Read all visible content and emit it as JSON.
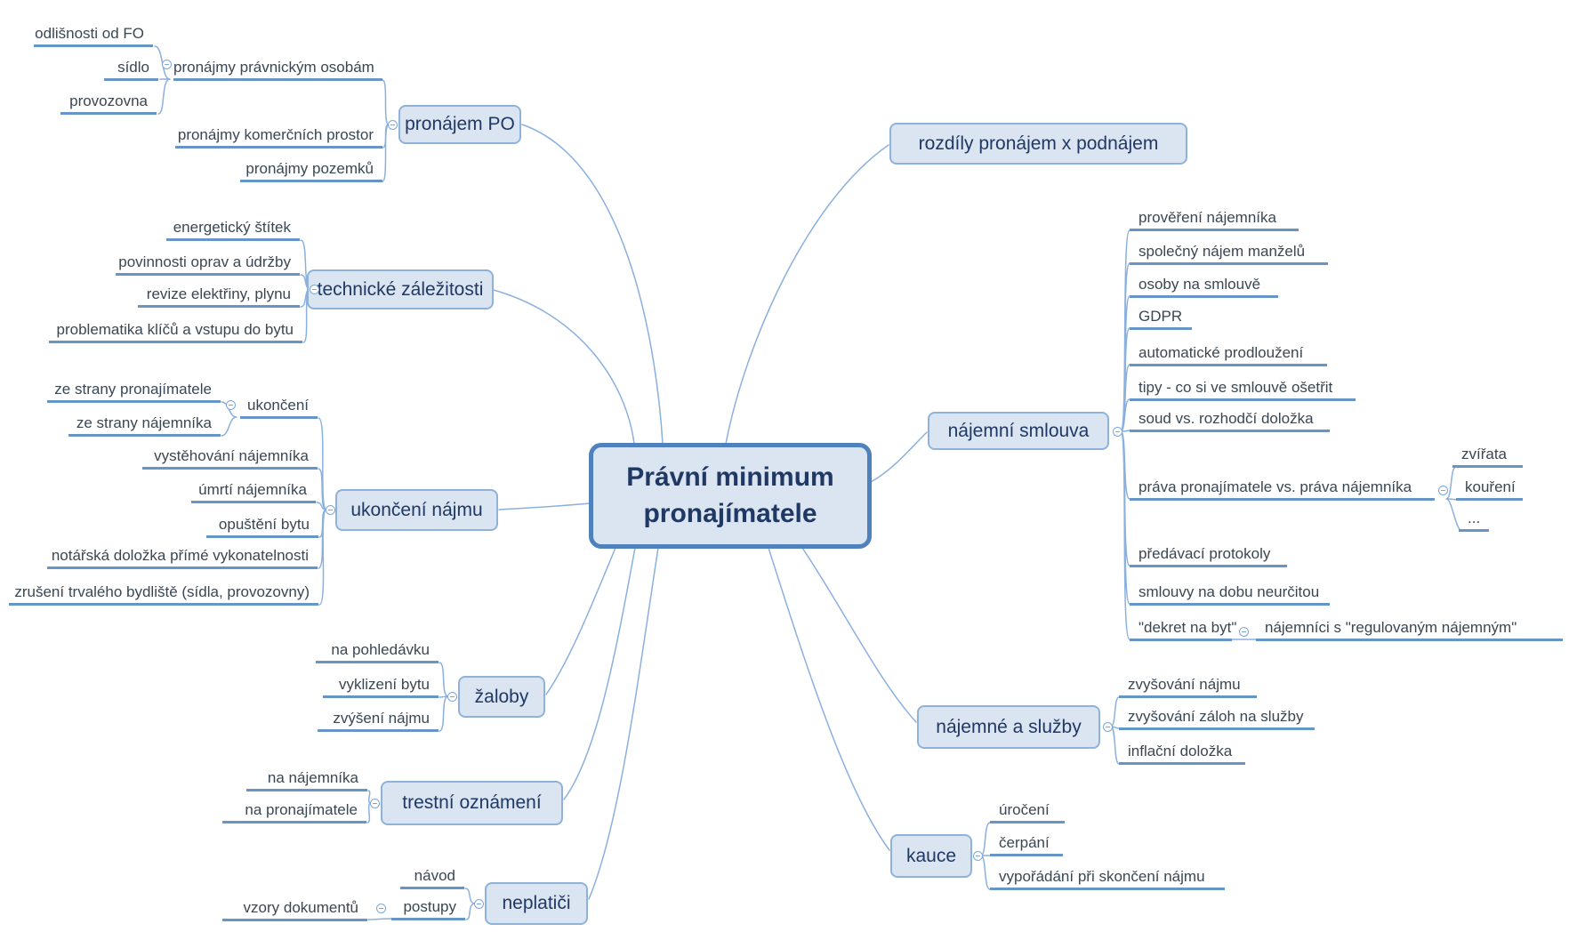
{
  "map": {
    "central": {
      "label": "Právní minimum pronajímatele"
    },
    "left_branches": [
      {
        "label": "pronájem PO",
        "children": [
          {
            "label": "pronájmy právnickým osobám",
            "children": [
              {
                "label": "odlišnosti od FO"
              },
              {
                "label": "sídlo"
              },
              {
                "label": "provozovna"
              }
            ]
          },
          {
            "label": "pronájmy komerčních prostor"
          },
          {
            "label": "pronájmy pozemků"
          }
        ]
      },
      {
        "label": "technické záležitosti",
        "children": [
          {
            "label": "energetický štítek"
          },
          {
            "label": "povinnosti oprav a údržby"
          },
          {
            "label": "revize elektřiny, plynu"
          },
          {
            "label": "problematika klíčů a vstupu do bytu"
          }
        ]
      },
      {
        "label": "ukončení nájmu",
        "children": [
          {
            "label": "ukončení",
            "children": [
              {
                "label": "ze strany pronajímatele"
              },
              {
                "label": "ze strany nájemníka"
              }
            ]
          },
          {
            "label": "vystěhování nájemníka"
          },
          {
            "label": "úmrtí nájemníka"
          },
          {
            "label": "opuštění bytu"
          },
          {
            "label": "notářská doložka přímé vykonatelnosti"
          },
          {
            "label": "zrušení trvalého bydliště (sídla, provozovny)"
          }
        ]
      },
      {
        "label": "žaloby",
        "children": [
          {
            "label": "na pohledávku"
          },
          {
            "label": "vyklizení bytu"
          },
          {
            "label": "zvýšení nájmu"
          }
        ]
      },
      {
        "label": "trestní oznámení",
        "children": [
          {
            "label": "na nájemníka"
          },
          {
            "label": "na pronajímatele"
          }
        ]
      },
      {
        "label": "neplatiči",
        "children": [
          {
            "label": "návod"
          },
          {
            "label": "postupy",
            "children": [
              {
                "label": "vzory dokumentů"
              }
            ]
          }
        ]
      }
    ],
    "right_branches": [
      {
        "label": "rozdíly pronájem x podnájem"
      },
      {
        "label": "nájemní smlouva",
        "children": [
          {
            "label": "prověření nájemníka"
          },
          {
            "label": "společný nájem manželů"
          },
          {
            "label": "osoby na smlouvě"
          },
          {
            "label": "GDPR"
          },
          {
            "label": "automatické prodloužení"
          },
          {
            "label": "tipy - co si ve smlouvě ošetřit"
          },
          {
            "label": "soud vs. rozhodčí doložka"
          },
          {
            "label": "práva pronajímatele vs. práva nájemníka",
            "children": [
              {
                "label": "zvířata"
              },
              {
                "label": "kouření"
              },
              {
                "label": "..."
              }
            ]
          },
          {
            "label": "předávací protokoly"
          },
          {
            "label": "smlouvy na dobu neurčitou"
          },
          {
            "label": "\"dekret na byt\"",
            "children": [
              {
                "label": "nájemníci s \"regulovaným nájemným\""
              }
            ]
          }
        ]
      },
      {
        "label": "nájemné a služby",
        "children": [
          {
            "label": "zvyšování nájmu"
          },
          {
            "label": "zvyšování záloh na služby"
          },
          {
            "label": "inflační doložka"
          }
        ]
      },
      {
        "label": "kauce",
        "children": [
          {
            "label": "úročení"
          },
          {
            "label": "čerpání"
          },
          {
            "label": "vypořádání při skončení nájmu"
          }
        ]
      }
    ],
    "icons": {
      "collapse": "circled-minus"
    },
    "colors": {
      "node_fill": "#dbe5f1",
      "node_border": "#8fb2d9",
      "central_border": "#4f81bd",
      "topic_text": "#1f3864",
      "leaf_text": "#3a4753",
      "leaf_underline": "#6795c6",
      "connector": "#8ab0dd"
    }
  }
}
